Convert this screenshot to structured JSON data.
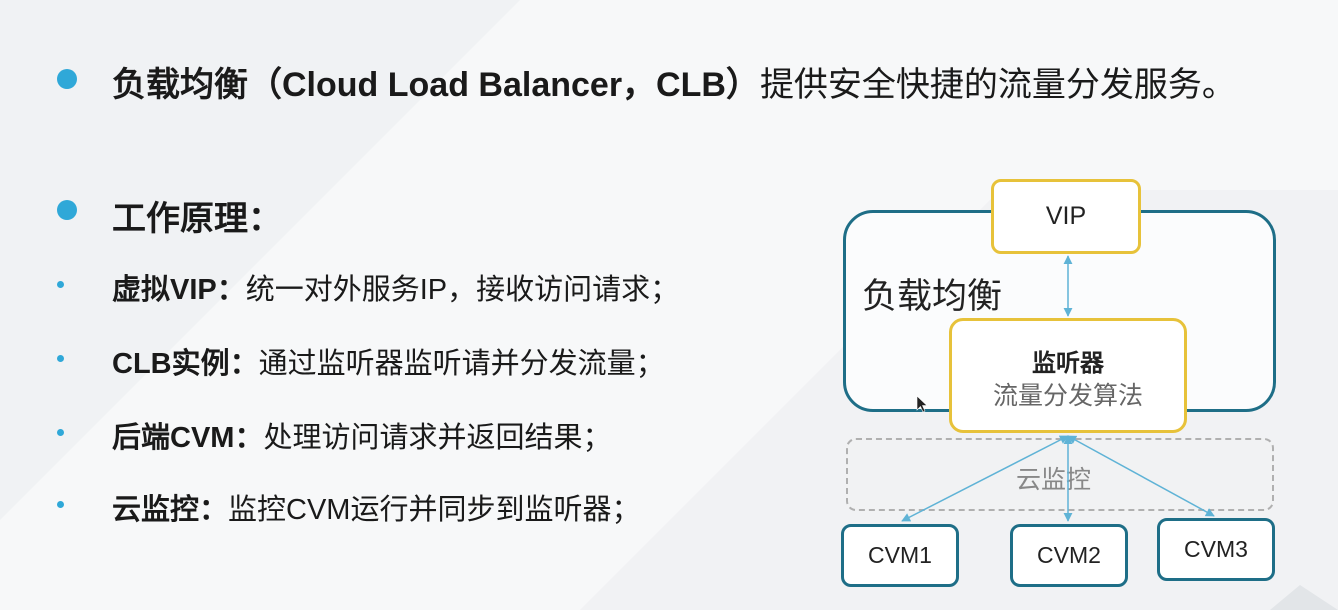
{
  "title": {
    "bold": "负载均衡（Cloud Load Balancer，CLB）",
    "normal": "提供安全快捷的流量分发服务。"
  },
  "principle_heading": "工作原理：",
  "items": [
    {
      "term": "虚拟VIP：",
      "desc": "统一对外服务IP，接收访问请求；"
    },
    {
      "term": "CLB实例：",
      "desc": "通过监听器监听请并分发流量；"
    },
    {
      "term": "后端CVM：",
      "desc": "处理访问请求并返回结果；"
    },
    {
      "term": "云监控：",
      "desc": "监控CVM运行并同步到监听器；"
    }
  ],
  "diagram": {
    "vip": "VIP",
    "clb_label": "负载均衡",
    "listener_title": "监听器",
    "listener_sub": "流量分发算法",
    "monitor": "云监控",
    "cvms": [
      "CVM1",
      "CVM2",
      "CVM3"
    ]
  },
  "colors": {
    "accent": "#2fa8d8",
    "box_border": "#1e6e87",
    "highlight_border": "#e7c23a",
    "arrow": "#5fb3d6"
  }
}
